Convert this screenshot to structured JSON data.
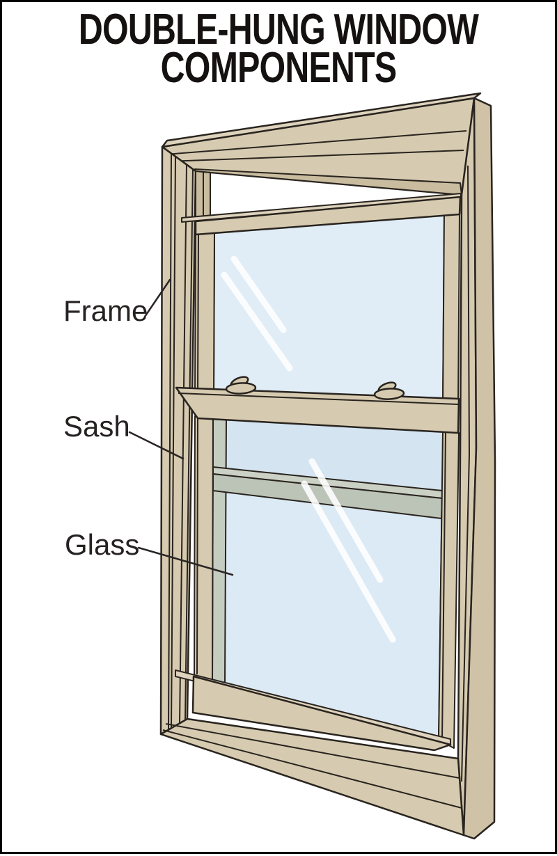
{
  "title": {
    "line1": "DOUBLE-HUNG WINDOW",
    "line2": "COMPONENTS"
  },
  "labels": {
    "frame": "Frame",
    "sash": "Sash",
    "glass": "Glass"
  },
  "colors": {
    "background": "#ffffff",
    "border": "#000000",
    "outline": "#29241f",
    "text": "#262222",
    "frame_wood": "#d6cab0",
    "frame_wood_light": "#ded3bd",
    "frame_wood_dark": "#c9bc9f",
    "frame_wood_side": "#cfc2a7",
    "glass_upper_pane": "#e0edf6",
    "glass_lower_pane": "#dbeaf4",
    "rail_seen_through_glass": "#bcc3b7",
    "glass_highlight": "#ffffff"
  }
}
